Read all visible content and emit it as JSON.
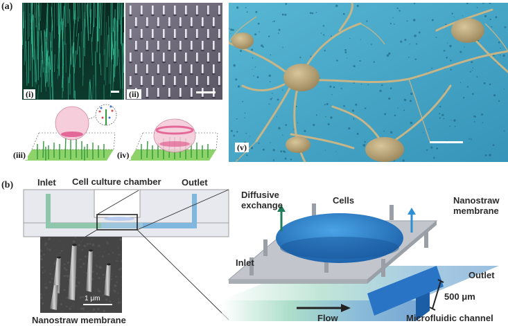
{
  "figure": {
    "panel_a_label": "(a)",
    "panel_b_label": "(b)",
    "sub_i": "(i)",
    "sub_ii": "(ii)",
    "sub_iii": "(iii)",
    "sub_iv": "(iv)",
    "sub_v": "(v)"
  },
  "panel_b": {
    "inlet_top": "Inlet",
    "chamber": "Cell culture chamber",
    "outlet_top": "Outlet",
    "diffusive_1": "Diffusive",
    "diffusive_2": "exchange",
    "cells": "Cells",
    "nanostraw_1": "Nanostraw",
    "nanostraw_2": "membrane",
    "inlet_3d": "Inlet",
    "outlet_3d": "Outlet",
    "scale_500": "500 μm",
    "flow": "Flow",
    "microfluidic": "Microfluidic channel",
    "nanostraw_membrane": "Nanostraw membrane",
    "scale_1um": "1 μm"
  },
  "colors": {
    "sem_cyan": "#48a9c9",
    "cell_tan": "#b9a67a",
    "nanowire_green": "#2fd9a6",
    "fluid_blue": "#2f79c5",
    "fluid_green": "#5bb5a0"
  }
}
